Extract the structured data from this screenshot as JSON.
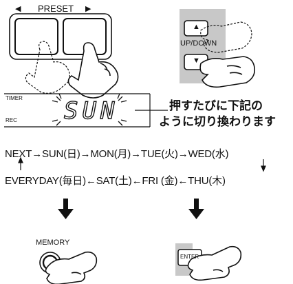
{
  "preset": {
    "label": "PRESET",
    "left_arrow": "◀",
    "right_arrow": "▶"
  },
  "updown": {
    "label": "UP/DOWN",
    "up_symbol": "▲",
    "down_symbol": "▼"
  },
  "display": {
    "timer_label": "TIMER",
    "rec_label": "REC",
    "digits": "SUN"
  },
  "note": {
    "line1": "押すたびに下記の",
    "line2": "ように切り換わります"
  },
  "sequence": {
    "row1": [
      "NEXT",
      "SUN(日)",
      "MON(月)",
      "TUE(火)",
      "WED(水)"
    ],
    "row2": [
      "EVERYDAY(毎日)",
      "SAT(土)",
      "FRI (金)",
      "THU(木)"
    ],
    "arrow_right": "→",
    "arrow_left": "←"
  },
  "memory": {
    "label": "MEMORY"
  },
  "enter": {
    "label": "ENTER"
  },
  "colors": {
    "panel_gray": "#c8c8c8",
    "ink": "#111111"
  }
}
